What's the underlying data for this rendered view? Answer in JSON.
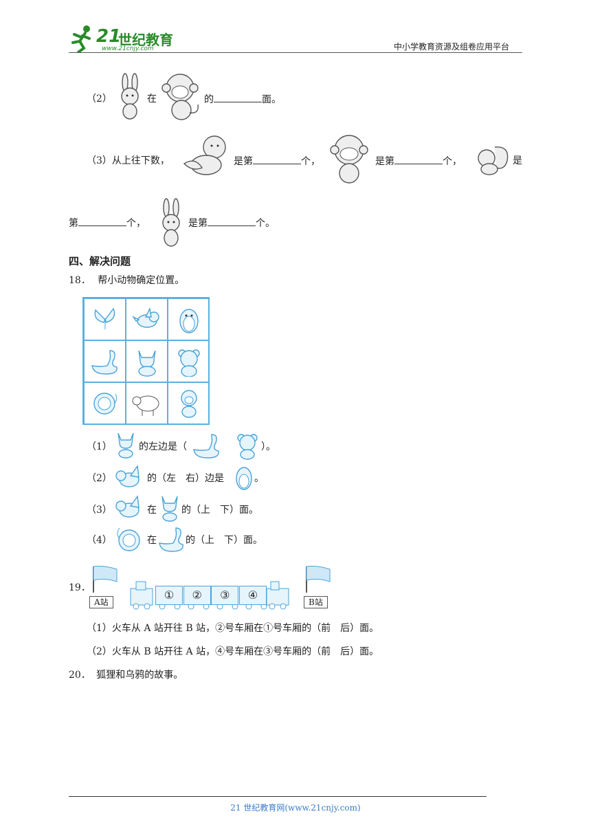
{
  "header": {
    "logo_number": "21",
    "logo_name": "世纪教育",
    "logo_url": "www.21cnjy.com",
    "platform": "中小学教育资源及组卷应用平台"
  },
  "prev_section": {
    "q2": {
      "num": "（2）",
      "t1": "在",
      "t2": "的",
      "t3": "面。"
    },
    "q3": {
      "num": "（3）从上往下数，",
      "a": "是第",
      "b": "个，",
      "c": "是第",
      "d": "个，",
      "e": "是",
      "f": "第",
      "g": "个，",
      "h": "是第",
      "i": "个。"
    }
  },
  "section4": {
    "title": "四、解决问题",
    "q18": {
      "label": "18．",
      "text": "帮小动物确定位置。",
      "sub1": {
        "num": "（1）",
        "a": "的左边是（",
        "b": "）。"
      },
      "sub2": {
        "num": "（2）",
        "a": "的（左　右）边是",
        "b": "。"
      },
      "sub3": {
        "num": "（3）",
        "a": "在",
        "b": "的（上　下）面。"
      },
      "sub4": {
        "num": "（4）",
        "a": "在",
        "b": "的（上　下）面。"
      }
    },
    "q19": {
      "label": "19．",
      "station_a": "A站",
      "station_b": "B站",
      "cars": [
        "①",
        "②",
        "③",
        "④"
      ],
      "sub1": "（1）火车从 A 站开往 B 站，②号车厢在①号车厢的（前　后）面。",
      "sub2": "（2）火车从 B 站开往 A 站，④号车厢在③号车厢的（前　后）面。"
    },
    "q20": {
      "label": "20．",
      "text": "狐狸和乌鸦的故事。"
    }
  },
  "footer": {
    "text": "21 世纪教育网(www.21cnjy.com)"
  },
  "icons": {
    "grid": [
      "butterfly-icon",
      "bird-icon",
      "penguin-icon",
      "swan-icon",
      "cat-icon",
      "bear-icon",
      "lion-icon",
      "sheep-icon",
      "monkey-icon"
    ]
  }
}
